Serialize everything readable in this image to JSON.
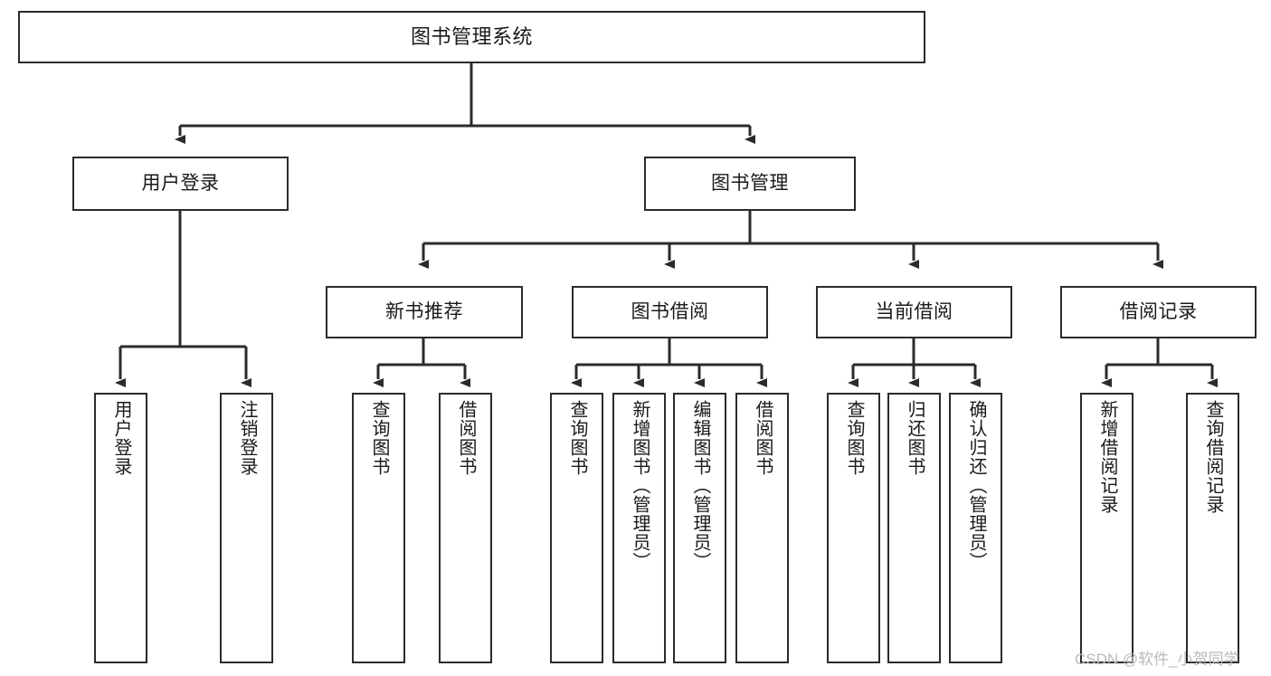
{
  "diagram": {
    "type": "tree",
    "title": "图书管理系统",
    "orientation": "top-down",
    "colors": {
      "box_border": "#2b2b2b",
      "box_fill": "#ffffff",
      "edge": "#2b2b2b",
      "text": "#1a1a1a",
      "watermark": "#b9b9b9"
    },
    "nodes": {
      "root": {
        "label": "图书管理系统"
      },
      "level2": [
        {
          "label": "用户登录"
        },
        {
          "label": "图书管理"
        }
      ],
      "level3": [
        {
          "label": "新书推荐"
        },
        {
          "label": "图书借阅"
        },
        {
          "label": "当前借阅"
        },
        {
          "label": "借阅记录"
        }
      ],
      "leaves_user_login": [
        {
          "label": "用户登录"
        },
        {
          "label": "注销登录"
        }
      ],
      "leaves_new_books": [
        {
          "label": "查询图书"
        },
        {
          "label": "借阅图书"
        }
      ],
      "leaves_borrow": [
        {
          "label": "查询图书"
        },
        {
          "label": "新增图书（管理员）"
        },
        {
          "label": "编辑图书（管理员）"
        },
        {
          "label": "借阅图书"
        }
      ],
      "leaves_current": [
        {
          "label": "查询图书"
        },
        {
          "label": "归还图书"
        },
        {
          "label": "确认归还（管理员）"
        }
      ],
      "leaves_records": [
        {
          "label": "新增借阅记录"
        },
        {
          "label": "查询借阅记录"
        }
      ]
    }
  },
  "watermark": {
    "text": "CSDN @软件_小贺同学"
  }
}
